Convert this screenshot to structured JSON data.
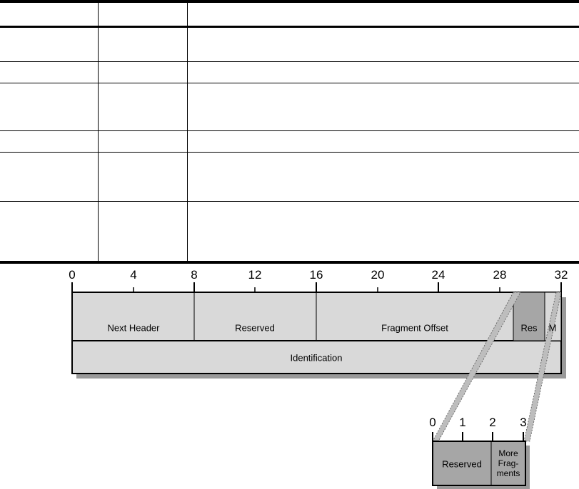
{
  "header_bits": [
    "0",
    "4",
    "8",
    "12",
    "16",
    "20",
    "24",
    "28",
    "32"
  ],
  "fields": {
    "next_header": "Next Header",
    "reserved": "Reserved",
    "fragment_offset": "Fragment Offset",
    "res": "Res",
    "m": "M",
    "identification": "Identification"
  },
  "zoom": {
    "bits": [
      "0",
      "1",
      "2",
      "3"
    ],
    "reserved": "Reserved",
    "more_fragments": [
      "More",
      "Frag-",
      "ments"
    ]
  },
  "colors": {
    "field_fill": "#d9d9d9",
    "res_fill": "#a6a6a6",
    "shadow": "#9a9a9a",
    "zoom_band": "#bdbdbd"
  }
}
